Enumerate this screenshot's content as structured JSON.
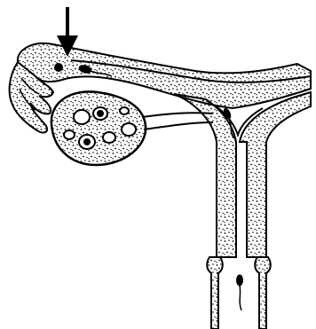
{
  "figure": {
    "type": "anatomical-line-drawing",
    "subject": "uterus-ovary-fallopian-tube",
    "stroke_color": "#000000",
    "fill_color": "#ffffff",
    "stipple_color": "#000000",
    "annotations": [
      {
        "kind": "arrow",
        "icon": "arrow-down-icon",
        "points_to": "ovulated-egg"
      }
    ]
  }
}
